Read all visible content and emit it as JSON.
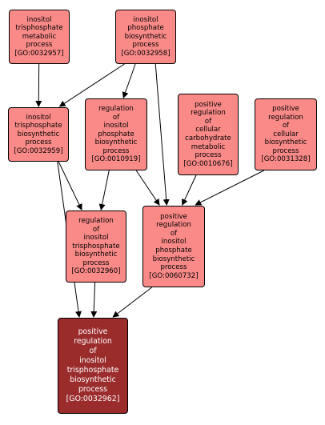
{
  "colors": {
    "node_fill": "#f98a87",
    "focus_fill": "#9b2c2c",
    "focus_text": "#ffffff",
    "edge": "#000000"
  },
  "nodes": {
    "n0032957": {
      "lines": [
        "inositol",
        "trisphosphate",
        "metabolic",
        "process",
        "[GO:0032957]"
      ]
    },
    "n0032958": {
      "lines": [
        "inositol",
        "phosphate",
        "biosynthetic",
        "process",
        "[GO:0032958]"
      ]
    },
    "n0032959": {
      "lines": [
        "inositol",
        "trisphosphate",
        "biosynthetic",
        "process",
        "[GO:0032959]"
      ]
    },
    "n0010919": {
      "lines": [
        "regulation",
        "of",
        "inositol",
        "phosphate",
        "biosynthetic",
        "process",
        "[GO:0010919]"
      ]
    },
    "n0010676": {
      "lines": [
        "positive",
        "regulation",
        "of",
        "cellular",
        "carbohydrate",
        "metabolic",
        "process",
        "[GO:0010676]"
      ]
    },
    "n0031328": {
      "lines": [
        "positive",
        "regulation",
        "of",
        "cellular",
        "biosynthetic",
        "process",
        "[GO:0031328]"
      ]
    },
    "n0032960": {
      "lines": [
        "regulation",
        "of",
        "inositol",
        "trisphosphate",
        "biosynthetic",
        "process",
        "[GO:0032960]"
      ]
    },
    "n0060732": {
      "lines": [
        "positive",
        "regulation",
        "of",
        "inositol",
        "phosphate",
        "biosynthetic",
        "process",
        "[GO:0060732]"
      ]
    },
    "n0032962": {
      "lines": [
        "positive",
        "regulation",
        "of",
        "inositol",
        "trisphosphate",
        "biosynthetic",
        "process",
        "[GO:0032962]"
      ]
    }
  },
  "edges": [
    [
      "n0032957",
      "n0032959"
    ],
    [
      "n0032958",
      "n0032959"
    ],
    [
      "n0032958",
      "n0010919"
    ],
    [
      "n0032958",
      "n0060732"
    ],
    [
      "n0032959",
      "n0032960"
    ],
    [
      "n0032959",
      "n0032962"
    ],
    [
      "n0010919",
      "n0032960"
    ],
    [
      "n0010919",
      "n0060732"
    ],
    [
      "n0010676",
      "n0060732"
    ],
    [
      "n0031328",
      "n0060732"
    ],
    [
      "n0032960",
      "n0032962"
    ],
    [
      "n0060732",
      "n0032962"
    ]
  ]
}
